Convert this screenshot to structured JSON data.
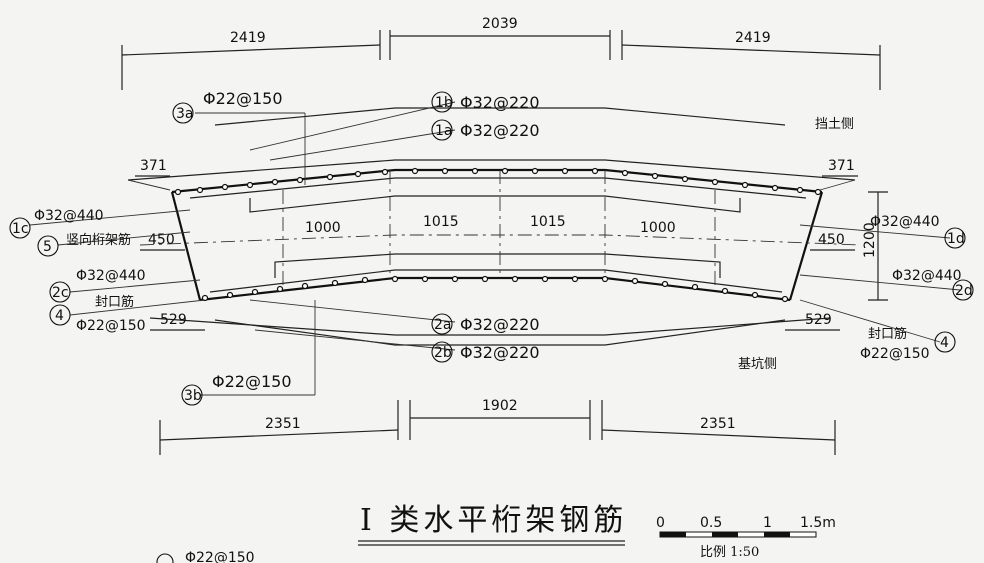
{
  "dimensions": {
    "top_left": "2419",
    "top_mid": "2039",
    "top_right": "2419",
    "left_371": "371",
    "right_371": "371",
    "left_450": "450",
    "right_450": "450",
    "left_529": "529",
    "right_529": "529",
    "inner_1": "1000",
    "inner_2": "1015",
    "inner_3": "1015",
    "inner_4": "1000",
    "height_1200": "1200",
    "bottom_left": "2351",
    "bottom_mid": "1902",
    "bottom_right": "2351"
  },
  "tags": {
    "t3a": "3a",
    "t1b": "1b",
    "t1a": "1a",
    "t1c": "1c",
    "t5": "5",
    "t2c_left": "2c",
    "t4_left": "4",
    "t2a": "2a",
    "t2b": "2b",
    "t3b": "3b",
    "t1d": "1d",
    "t2d": "2d",
    "t4_right": "4"
  },
  "rebar_labels": {
    "r3a": "Φ22@150",
    "r1b": "Φ32@220",
    "r1a": "Φ32@220",
    "r1c": "Φ32@440",
    "r2c_left": "Φ32@440",
    "r4_left": "Φ22@150",
    "r2a": "Φ32@220",
    "r2b": "Φ32@220",
    "r3b": "Φ22@150",
    "r1d": "Φ32@440",
    "r2d": "Φ32@440",
    "r4_right": "Φ22@150",
    "r_bottom_cut": "Φ22@150"
  },
  "text_labels": {
    "retaining_side": "挡土侧",
    "vertical_truss": "竖向桁架筋",
    "seal_bar_left": "封口筋",
    "seal_bar_right": "封口筋",
    "pit_side": "基坑侧"
  },
  "title": "I 类水平桁架钢筋",
  "scale_bar": {
    "ticks": [
      "0",
      "0.5",
      "1",
      "1.5m"
    ],
    "label": "比例 1:50"
  }
}
